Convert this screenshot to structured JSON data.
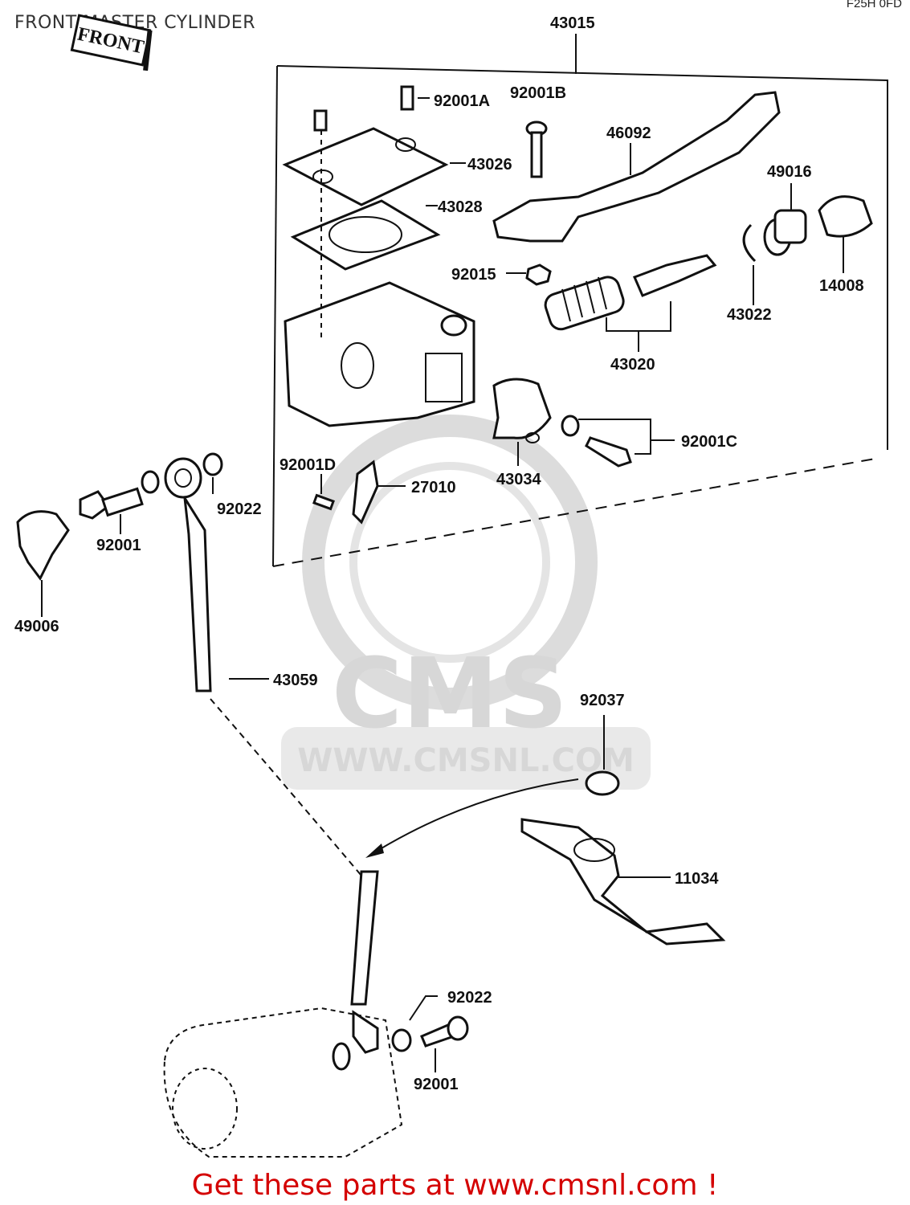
{
  "header": {
    "title": "FRONT MASTER CYLINDER",
    "ref_code": "F25H 0FD"
  },
  "stamp": {
    "text": "FRONT"
  },
  "watermark": {
    "brand": "CMS",
    "url": "WWW.CMSNL.COM"
  },
  "parts": {
    "p43015": "43015",
    "p92001A": "92001A",
    "p92001B": "92001B",
    "p43026": "43026",
    "p43028": "43028",
    "p46092": "46092",
    "p49016": "49016",
    "p14008": "14008",
    "p43022": "43022",
    "p92015": "92015",
    "p43020": "43020",
    "p92001C": "92001C",
    "p43034": "43034",
    "p92001D": "92001D",
    "p27010": "27010",
    "p92022_top": "92022",
    "p92001_left": "92001",
    "p49006": "49006",
    "p43059": "43059",
    "p92037": "92037",
    "p11034": "11034",
    "p92022_bottom": "92022",
    "p92001_bottom": "92001"
  },
  "footer": {
    "cta": "Get these parts at www.cmsnl.com !"
  }
}
